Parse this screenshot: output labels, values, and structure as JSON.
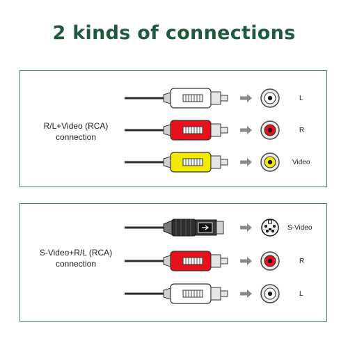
{
  "title": "2 kinds of connections",
  "panels": [
    {
      "label_lines": [
        "R/L+Video (RCA)",
        "connection"
      ],
      "rows": [
        {
          "plug": "rca",
          "color": "#ffffff",
          "label": "L"
        },
        {
          "plug": "rca",
          "color": "#e8101a",
          "label": "R"
        },
        {
          "plug": "rca",
          "color": "#f2ea00",
          "label": "Video"
        }
      ]
    },
    {
      "label_lines": [
        "S-Video+R/L (RCA)",
        "connection"
      ],
      "rows": [
        {
          "plug": "svideo",
          "color": "#3a3a3a",
          "label": "S-Video"
        },
        {
          "plug": "rca",
          "color": "#e8101a",
          "label": "R"
        },
        {
          "plug": "rca",
          "color": "#ffffff",
          "label": "L"
        }
      ]
    }
  ],
  "colors": {
    "title": "#1f5a3e",
    "border": "#3f7e62",
    "arrow": "#8a8a8a",
    "cable": "#2a2a2a"
  },
  "icons": [
    "rca-plug-icon",
    "svideo-plug-icon",
    "arrow-right-icon",
    "rca-jack-icon",
    "svideo-jack-icon"
  ]
}
